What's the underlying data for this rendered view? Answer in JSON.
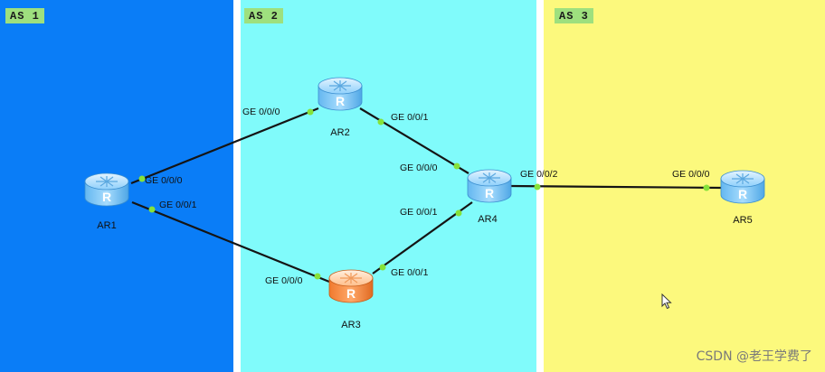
{
  "zones": {
    "as1": {
      "label": "AS 1",
      "color": "#0a7df7"
    },
    "as2": {
      "label": "AS 2",
      "color": "#80fbfb"
    },
    "as3": {
      "label": "AS 3",
      "color": "#fcf97d"
    }
  },
  "routers": {
    "ar1": {
      "name": "AR1",
      "icon": "router-icon",
      "color": "blue"
    },
    "ar2": {
      "name": "AR2",
      "icon": "router-icon",
      "color": "blue"
    },
    "ar3": {
      "name": "AR3",
      "icon": "router-icon",
      "color": "orange"
    },
    "ar4": {
      "name": "AR4",
      "icon": "router-icon",
      "color": "blue"
    },
    "ar5": {
      "name": "AR5",
      "icon": "router-icon",
      "color": "blue"
    }
  },
  "links": {
    "ar1_ar2": {
      "a_port": "GE 0/0/0",
      "b_port": "GE 0/0/0"
    },
    "ar1_ar3": {
      "a_port": "GE 0/0/1",
      "b_port": "GE 0/0/0"
    },
    "ar2_ar4": {
      "a_port": "GE 0/0/1",
      "b_port": "GE 0/0/0"
    },
    "ar3_ar4": {
      "a_port": "GE 0/0/1",
      "b_port": "GE 0/0/1"
    },
    "ar4_ar5": {
      "a_port": "GE 0/0/2",
      "b_port": "GE 0/0/0"
    }
  },
  "watermark": "CSDN @老王学费了"
}
